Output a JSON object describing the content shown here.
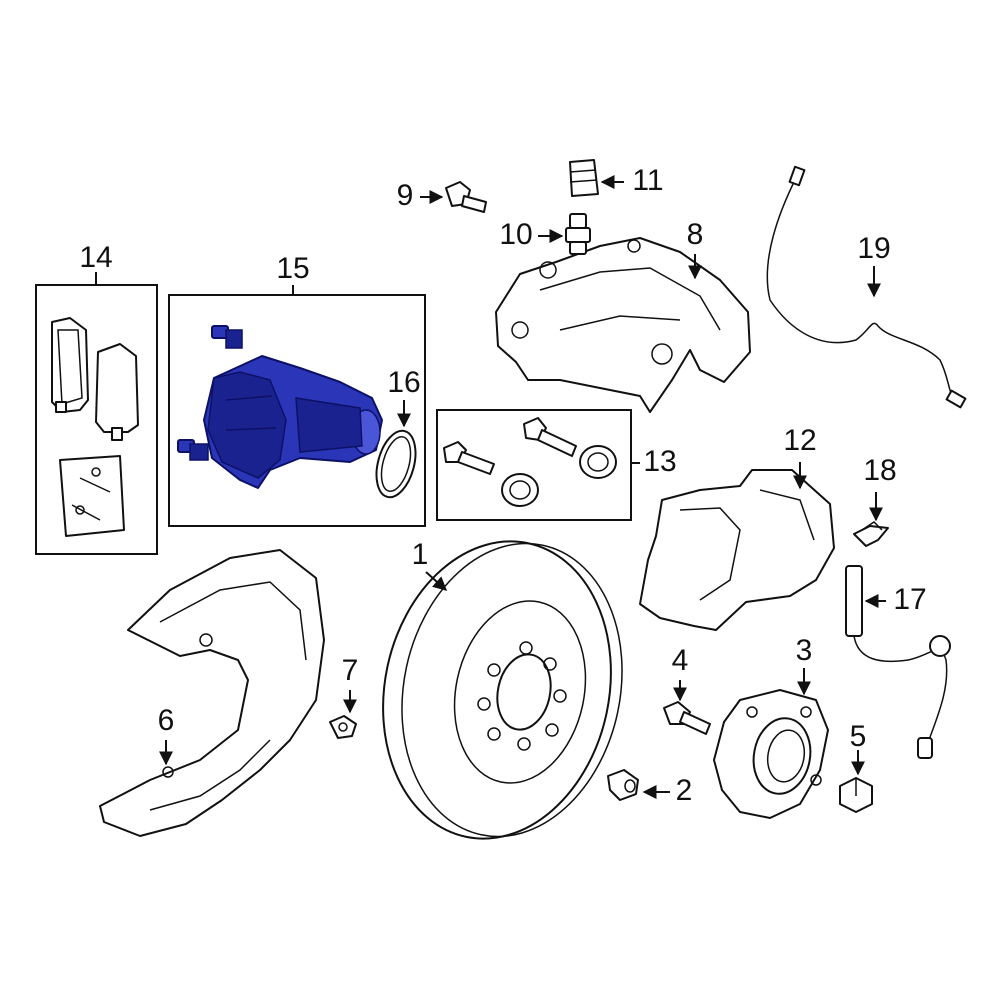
{
  "callouts": {
    "c1": "1",
    "c2": "2",
    "c3": "3",
    "c4": "4",
    "c5": "5",
    "c6": "6",
    "c7": "7",
    "c8": "8",
    "c9": "9",
    "c10": "10",
    "c11": "11",
    "c12": "12",
    "c13": "13",
    "c14": "14",
    "c15": "15",
    "c16": "16",
    "c17": "17",
    "c18": "18",
    "c19": "19"
  },
  "highlight": {
    "part": "15",
    "color": "#2a35b8"
  }
}
